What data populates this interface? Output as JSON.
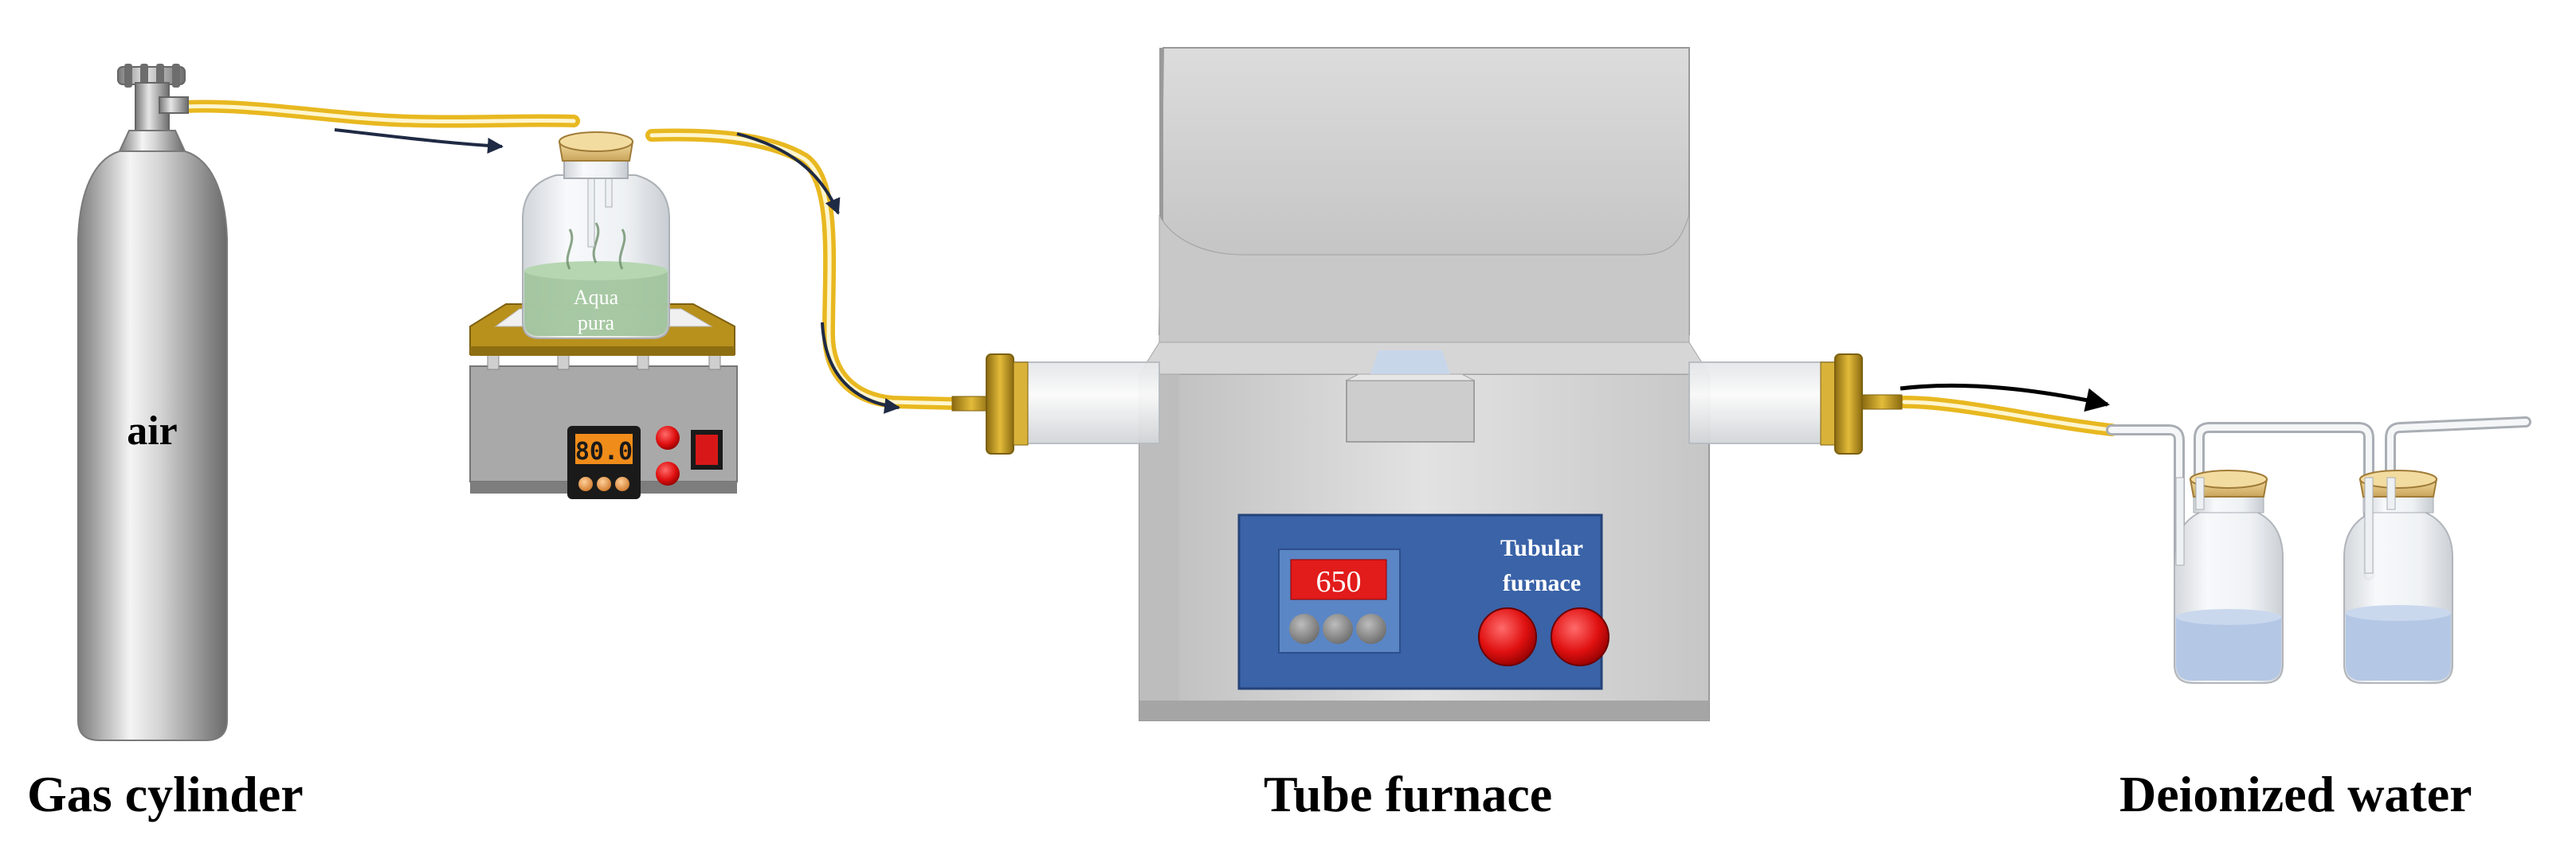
{
  "labels": {
    "cylinder_gas": "air",
    "bottle_label_line1": "Aqua",
    "bottle_label_line2": "pura",
    "heater_display": "80.0",
    "furnace_display": "650",
    "furnace_name_line1": "Tubular",
    "furnace_name_line2": "furnace"
  },
  "captions": {
    "gas_cylinder": "Gas cylinder",
    "tube_furnace": "Tube furnace",
    "deionized_water": "Deionized water"
  },
  "colors": {
    "tube": "#e8b820",
    "furnace_panel": "#3a63a8",
    "display_red": "#e21b1b",
    "heater_gold": "#b8901c",
    "water": "#b4c8e6",
    "green_liquid": "#9ec39a"
  }
}
